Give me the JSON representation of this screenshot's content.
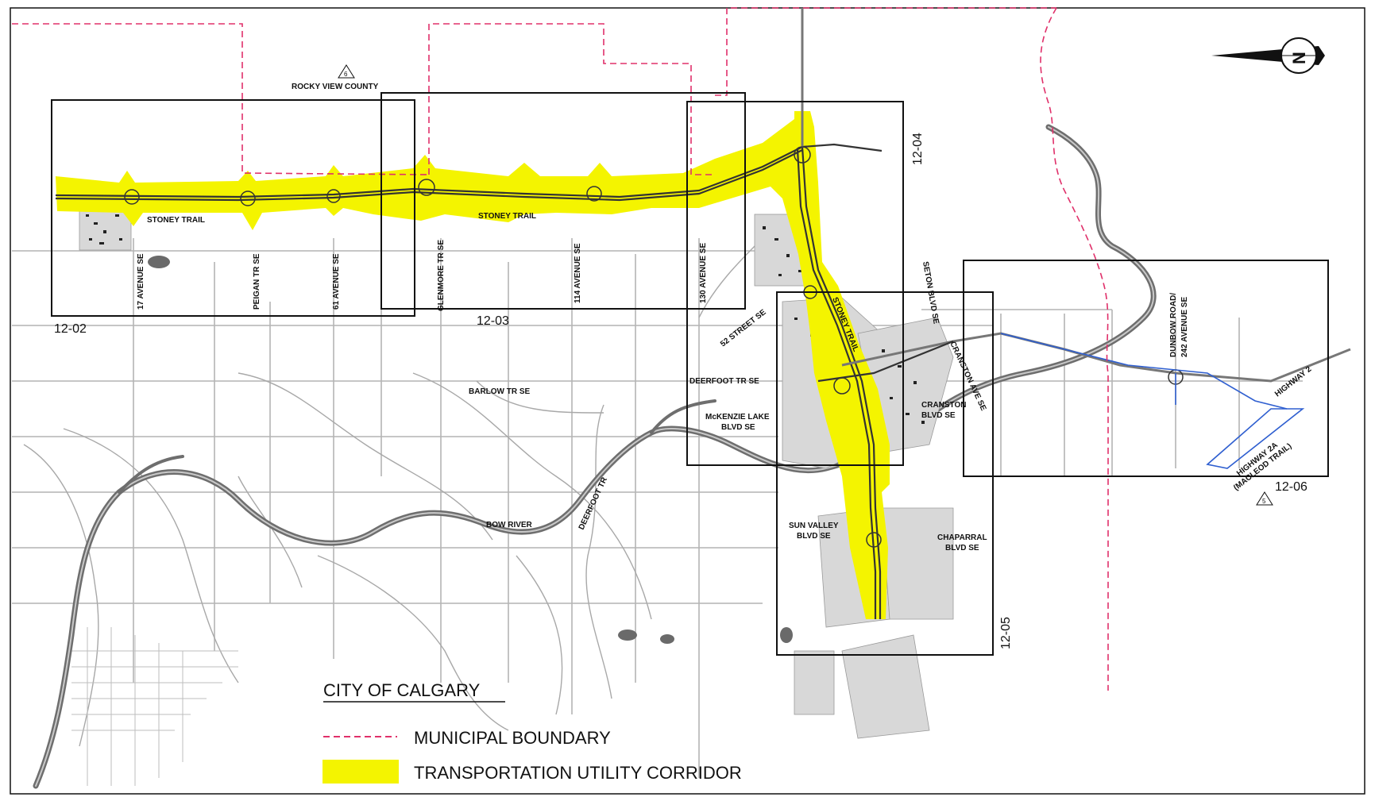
{
  "map": {
    "area_name": "CITY OF CALGARY",
    "county_label": "ROCKY VIEW COUNTY",
    "county_marker": "6",
    "south_marker": "5",
    "north_arrow_letter": "N",
    "colors": {
      "corridor": "#f4f400",
      "boundary": "#e0306a",
      "frame": "#111111",
      "roads": "#9a9a9a",
      "river": "#7d7d7d",
      "highway2a": "#2f5fd0"
    }
  },
  "legend": {
    "title": "CITY OF CALGARY",
    "boundary_label": "MUNICIPAL BOUNDARY",
    "corridor_label": "TRANSPORTATION UTILITY CORRIDOR"
  },
  "sheets": [
    "12-02",
    "12-03",
    "12-04",
    "12-05",
    "12-06"
  ],
  "labels": {
    "stoney_trail_1": "STONEY TRAIL",
    "stoney_trail_2": "STONEY TRAIL",
    "stoney_trail_3": "STONEY TRAIL",
    "ave17": "17 AVENUE SE",
    "peigan": "PEIGAN TR SE",
    "ave61": "61 AVENUE SE",
    "glenmore": "GLENMORE TR SE",
    "ave114": "114 AVENUE SE",
    "ave130": "130 AVENUE SE",
    "street52": "52 STREET SE",
    "seton": "SETON BLVD SE",
    "cranston_ave": "CRANSTON AVE SE",
    "deerfoot_se": "DEERFOOT TR SE",
    "barlow": "BARLOW TR SE",
    "mckenzie_1": "McKENZIE LAKE",
    "mckenzie_2": "BLVD SE",
    "cranston_blvd_1": "CRANSTON",
    "cranston_blvd_2": "BLVD SE",
    "dunbow_1": "DUNBOW ROAD/",
    "dunbow_2": "242 AVENUE SE",
    "hwy2": "HIGHWAY 2",
    "hwy2a_1": "HIGHWAY 2A",
    "hwy2a_2": "(MACLEOD TRAIL)",
    "deerfoot": "DEERFOOT TR",
    "bow_river": "BOW RIVER",
    "sunvalley_1": "SUN VALLEY",
    "sunvalley_2": "BLVD SE",
    "chaparral_1": "CHAPARRAL",
    "chaparral_2": "BLVD SE"
  }
}
